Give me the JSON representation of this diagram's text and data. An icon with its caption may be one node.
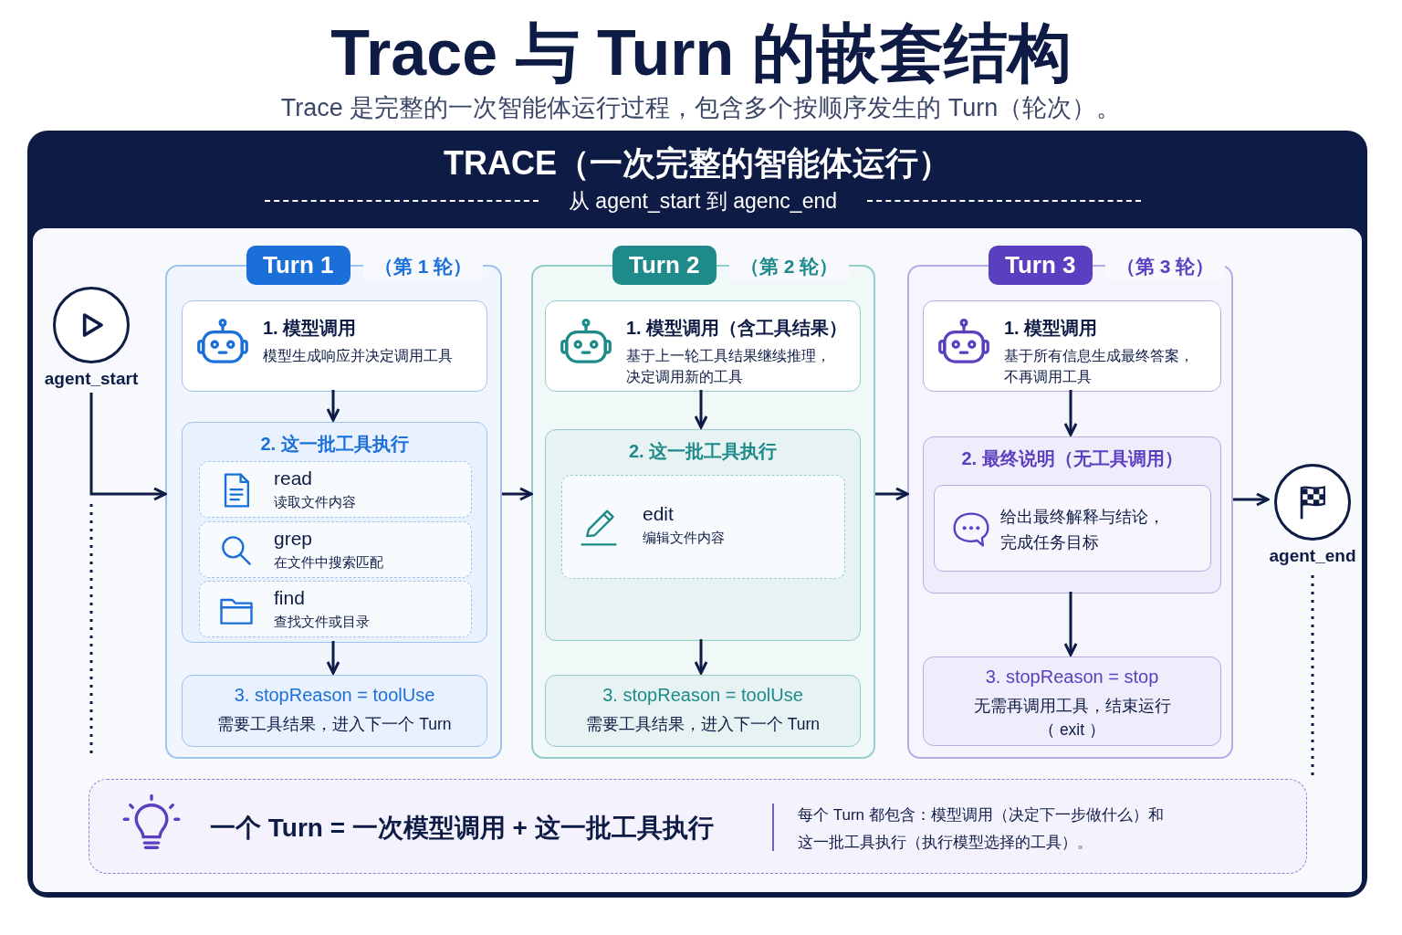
{
  "diagram": {
    "title": "Trace 与 Turn 的嵌套结构",
    "labels": [
      "Trace 是完整的一次智能体运行过程，包含多个按顺序发生的 Turn（轮次）。"
    ],
    "nodes": [
      {
        "text": [
          "TRACE（一次完整的智能体运行）",
          "从 agent_start 到 agenc_end"
        ]
      },
      {
        "text": [
          "agent_start"
        ],
        "in": 0
      },
      {
        "text": [
          "Turn 1",
          "（第 1 轮）"
        ],
        "in": 0
      },
      {
        "text": [
          "1.  模型调用",
          "模型生成响应并决定调用工具"
        ],
        "in": 2
      },
      {
        "text": [
          "2. 这一批工具执行"
        ],
        "in": 2
      },
      {
        "text": [
          "read",
          "读取文件内容"
        ],
        "in": 4
      },
      {
        "text": [
          "grep",
          "在文件中搜索匹配"
        ],
        "in": 4
      },
      {
        "text": [
          "find",
          "查找文件或目录"
        ],
        "in": 4
      },
      {
        "text": [
          "3. stopReason = toolUse",
          "需要工具结果，进入下一个 Turn"
        ],
        "in": 2
      },
      {
        "text": [
          "Turn 2",
          "（第 2 轮）"
        ],
        "in": 0
      },
      {
        "text": [
          "1. 模型调用（含工具结果）",
          "基于上一轮工具结果继续推理，决定调用新的工具"
        ],
        "in": 9
      },
      {
        "text": [
          "2. 这一批工具执行"
        ],
        "in": 9
      },
      {
        "text": [
          "edit",
          "编辑文件内容"
        ],
        "in": 11
      },
      {
        "text": [
          "3. stopReason = toolUse",
          "需要工具结果，进入下一个 Turn"
        ],
        "in": 9
      },
      {
        "text": [
          "Turn 3",
          "（第 3 轮）"
        ],
        "in": 0
      },
      {
        "text": [
          "1.  模型调用",
          "基于所有信息生成最终答案，不再调用工具"
        ],
        "in": 14
      },
      {
        "text": [
          "2. 最终说明（无工具调用）"
        ],
        "in": 14
      },
      {
        "text": [
          "给出最终解释与结论，完成任务目标"
        ],
        "in": 16
      },
      {
        "text": [
          "3. stopReason = stop",
          "无需再调用工具，结束运行（ exit ）"
        ],
        "in": 14
      },
      {
        "text": [
          "agent_end"
        ],
        "in": 0
      },
      {
        "text": [
          "一个 Turn = 一次模型调用 + 这一批工具执行",
          "每个 Turn 都包含：模型调用（决定下一步做什么）和这一批工具执行（执行模型选择的工具）。"
        ],
        "in": 0
      }
    ],
    "edges": [
      {
        "from": 1,
        "to": 2,
        "arrow": "to"
      },
      {
        "from": 3,
        "to": 4,
        "arrow": "to"
      },
      {
        "from": 4,
        "to": 8,
        "arrow": "to"
      },
      {
        "from": 2,
        "to": 9,
        "arrow": "to"
      },
      {
        "from": 10,
        "to": 11,
        "arrow": "to"
      },
      {
        "from": 11,
        "to": 13,
        "arrow": "to"
      },
      {
        "from": 9,
        "to": 14,
        "arrow": "to"
      },
      {
        "from": 15,
        "to": 16,
        "arrow": "to"
      },
      {
        "from": 16,
        "to": 18,
        "arrow": "to"
      },
      {
        "from": 14,
        "to": 19,
        "arrow": "to"
      }
    ]
  }
}
